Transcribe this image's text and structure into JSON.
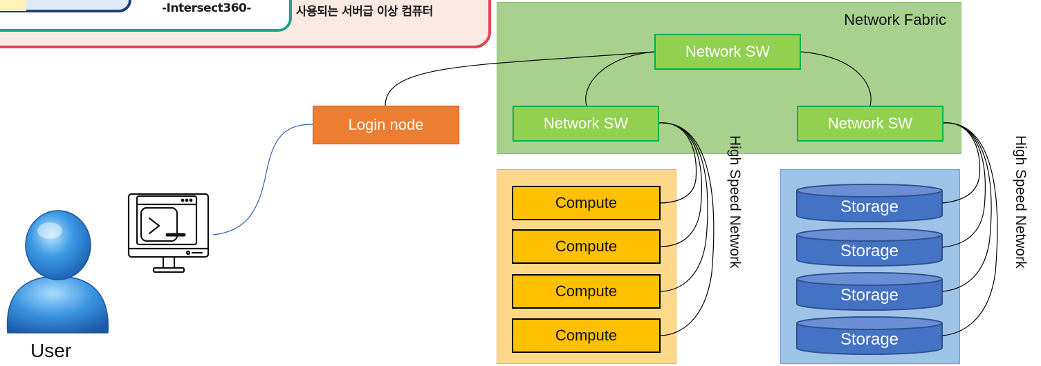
{
  "banner": {
    "intersect_text": "-Intersect360-",
    "korean_text": "사용되는 서버급 이상 컴퓨터"
  },
  "network_fabric": {
    "label": "Network Fabric",
    "switches": [
      "Network SW",
      "Network SW",
      "Network SW"
    ]
  },
  "login_node": {
    "label": "Login node"
  },
  "compute_nodes": [
    "Compute",
    "Compute",
    "Compute",
    "Compute"
  ],
  "storage_nodes": [
    "Storage",
    "Storage",
    "Storage",
    "Storage"
  ],
  "network_labels": [
    "High Speed Network",
    "High Speed Network"
  ],
  "user": {
    "label": "User"
  },
  "icons": [
    "terminal-monitor-icon",
    "user-person-icon"
  ],
  "colors": {
    "fabric": "#a9d18e",
    "switch": "#92d050",
    "switch_border": "#00b050",
    "login": "#ed7d31",
    "compute": "#ffc000",
    "compute_bg": "#ffd98a",
    "storage": "#4472c4",
    "storage_bg": "#9dc3e6"
  }
}
